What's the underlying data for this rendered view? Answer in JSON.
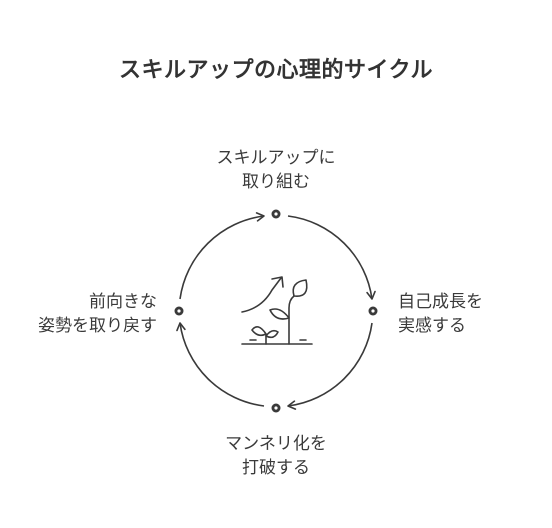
{
  "title": "スキルアップの心理的サイクル",
  "nodes": {
    "top": {
      "line1": "スキルアップに",
      "line2": "取り組む"
    },
    "right": {
      "line1": "自己成長を",
      "line2": "実感する"
    },
    "bottom": {
      "line1": "マンネリ化を",
      "line2": "打破する"
    },
    "left": {
      "line1": "前向きな",
      "line2": "姿勢を取り戻す"
    }
  },
  "center_icon": "growing-plant-with-upward-arrow-icon",
  "colors": {
    "stroke": "#3a3a3a",
    "text": "#333333",
    "background": "#ffffff"
  }
}
